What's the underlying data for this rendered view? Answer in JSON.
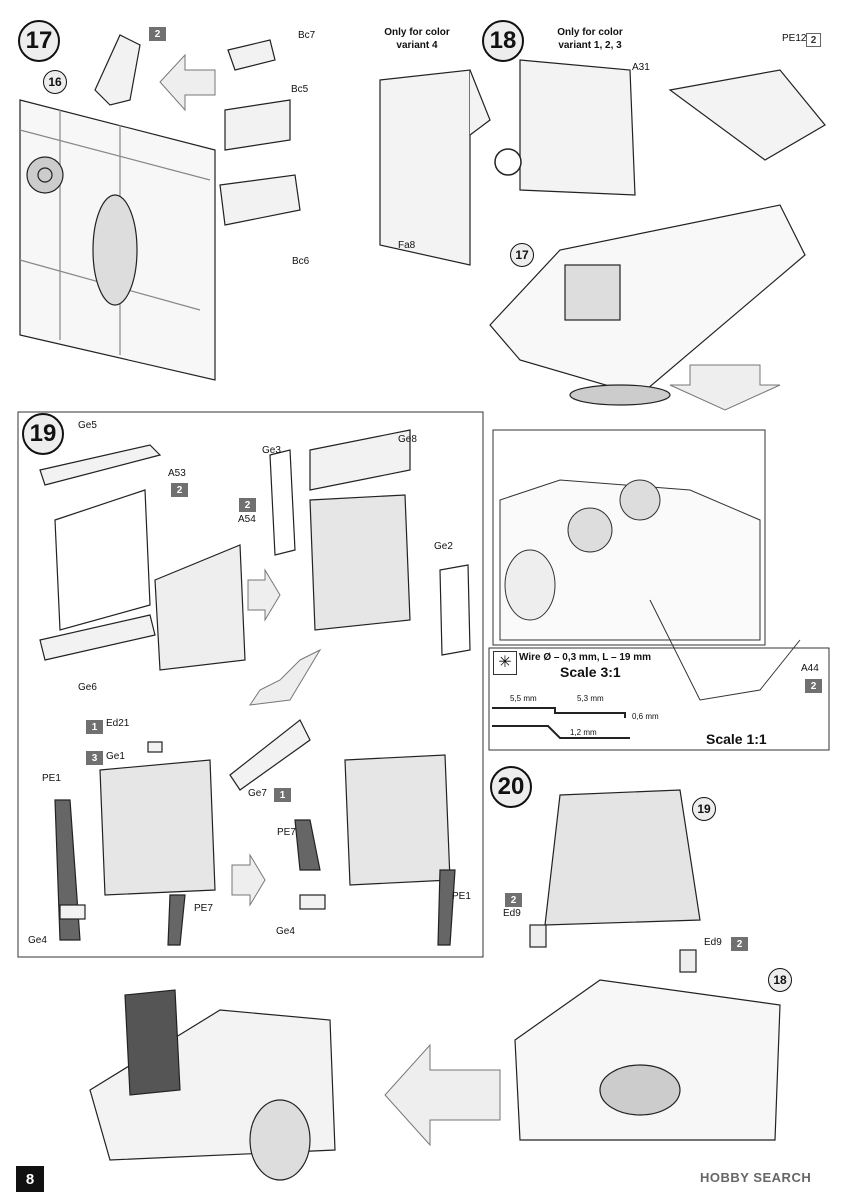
{
  "page": {
    "number": "8"
  },
  "steps": {
    "s17": "17",
    "s16": "16",
    "s18": "18",
    "s19": "19",
    "s20": "20",
    "ref17": "17",
    "ref19": "19",
    "ref18": "18"
  },
  "notes": {
    "variant4": "Only for color variant 4",
    "variant123": "Only for color variant 1, 2, 3"
  },
  "parts": {
    "bc7": "Bc7",
    "bc5": "Bc5",
    "bc6": "Bc6",
    "fa8": "Fa8",
    "a31": "A31",
    "pe12": "PE12",
    "ge5": "Ge5",
    "a53": "A53",
    "a54": "A54",
    "ge3": "Ge3",
    "ge8": "Ge8",
    "ge2": "Ge2",
    "ge6": "Ge6",
    "ed21": "Ed21",
    "ge1": "Ge1",
    "ge7": "Ge7",
    "pe1_left": "PE1",
    "pe7_left": "PE7",
    "ge4_left": "Ge4",
    "pe7_right": "PE7",
    "pe1_right": "PE1",
    "ge4_right": "Ge4",
    "a44": "A44",
    "ed9_left": "Ed9",
    "ed9_right": "Ed9"
  },
  "qty": {
    "s17_top": "2",
    "pe12": "2",
    "a53": "2",
    "a54": "2",
    "ed21": "1",
    "ge1": "3",
    "ge7": "1",
    "a44": "2",
    "ed9_left": "2",
    "ed9_right": "2"
  },
  "wire": {
    "title": "Wire Ø – 0,3 mm, L – 19 mm",
    "scale": "Scale 3:1",
    "dim1": "5,5 mm",
    "dim2": "5,3 mm",
    "dim3": "0,6 mm",
    "dim4": "1,2 mm",
    "scale2": "Scale 1:1"
  },
  "watermark": "HOBBY SEARCH"
}
